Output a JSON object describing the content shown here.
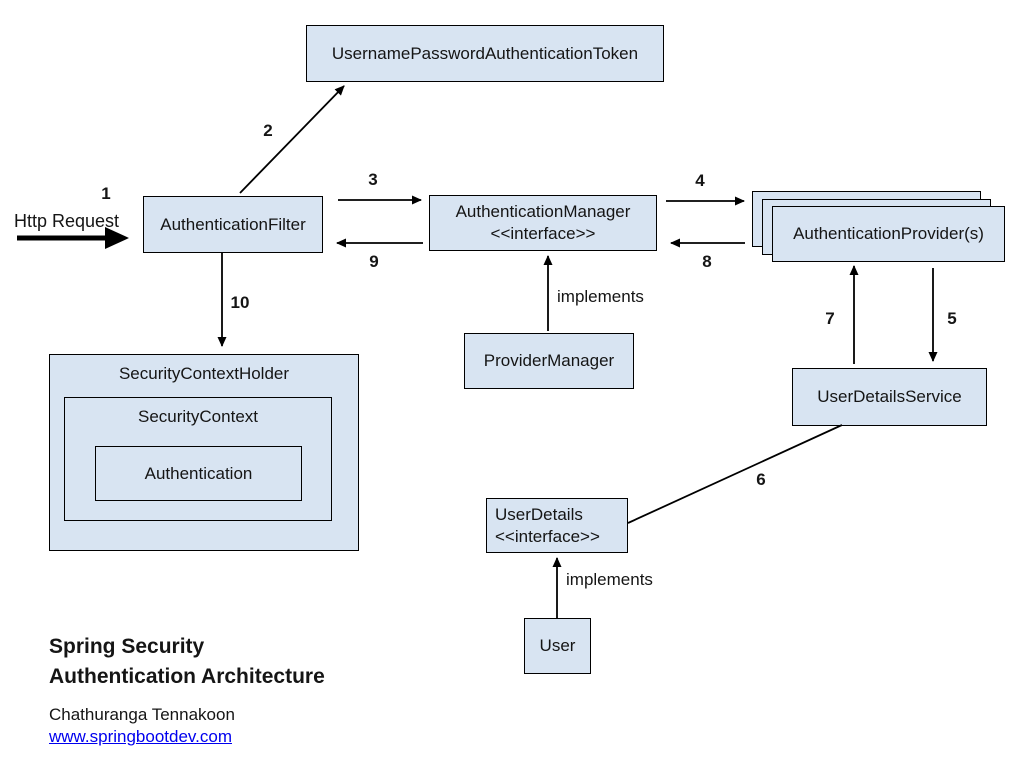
{
  "colors": {
    "node_fill": "#d8e4f2",
    "stroke": "#000000",
    "link": "#0000ee",
    "background": "#ffffff"
  },
  "diagram_type": "flow-architecture",
  "nodes": {
    "token": {
      "label": "UsernamePasswordAuthenticationToken"
    },
    "filter": {
      "label": "AuthenticationFilter"
    },
    "manager": {
      "line1": "AuthenticationManager",
      "line2": "<<interface>>"
    },
    "provider": {
      "label": "AuthenticationProvider(s)"
    },
    "provider_manager": {
      "label": "ProviderManager"
    },
    "security_context_holder": {
      "label": "SecurityContextHolder"
    },
    "security_context": {
      "label": "SecurityContext"
    },
    "authentication": {
      "label": "Authentication"
    },
    "user_details_service": {
      "label": "UserDetailsService"
    },
    "user_details": {
      "line1": "UserDetails",
      "line2": "<<interface>>"
    },
    "user": {
      "label": "User"
    }
  },
  "labels": {
    "http_request": "Http Request",
    "implements_mid": "implements",
    "implements_bottom": "implements",
    "n1": "1",
    "n2": "2",
    "n3": "3",
    "n4": "4",
    "n5": "5",
    "n6": "6",
    "n7": "7",
    "n8": "8",
    "n9": "9",
    "n10": "10"
  },
  "footer": {
    "title_line1": "Spring Security",
    "title_line2": "Authentication Architecture",
    "author": "Chathuranga Tennakoon",
    "link": "www.springbootdev.com"
  }
}
